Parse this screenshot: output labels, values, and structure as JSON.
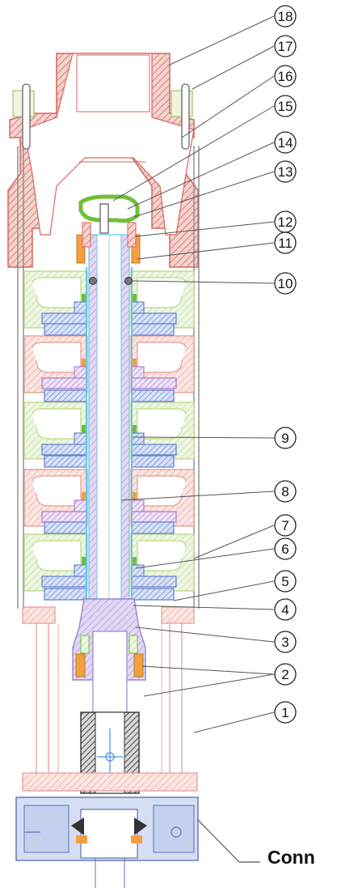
{
  "diagram": {
    "callouts": [
      {
        "num": "18"
      },
      {
        "num": "17"
      },
      {
        "num": "16"
      },
      {
        "num": "15"
      },
      {
        "num": "14"
      },
      {
        "num": "13"
      },
      {
        "num": "12"
      },
      {
        "num": "11"
      },
      {
        "num": "10"
      },
      {
        "num": "9"
      },
      {
        "num": "8"
      },
      {
        "num": "7"
      },
      {
        "num": "6"
      },
      {
        "num": "5"
      },
      {
        "num": "4"
      },
      {
        "num": "3"
      },
      {
        "num": "2"
      },
      {
        "num": "1"
      }
    ],
    "connector_label": "Conn"
  },
  "colors": {
    "bowl_green": "#b9d88a",
    "bowl_red": "#e59a8f",
    "impeller_blue": "#6f8fd8",
    "impeller_purple": "#b58ad0",
    "shaft_cyan": "#7fcfe8",
    "shaft_purple": "#a98ad6",
    "bearing_orange": "#f0a040",
    "bearing_green": "#6fbf3a",
    "head_red": "#d6665c",
    "casing_line": "#8a8a8a",
    "base_blue": "#8fa3d8"
  }
}
